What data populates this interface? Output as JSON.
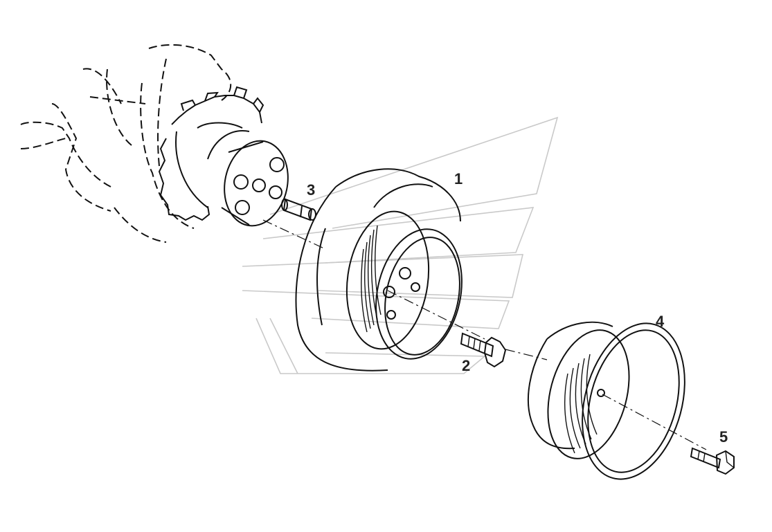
{
  "callouts": {
    "damper_pulley": "1",
    "bolt": "2",
    "dowel_pin": "3",
    "belt_pulley": "4",
    "pulley_bolt": "5"
  },
  "colors": {
    "line": "#111111",
    "watermark": "#c9c9c9",
    "background": "#ffffff"
  }
}
